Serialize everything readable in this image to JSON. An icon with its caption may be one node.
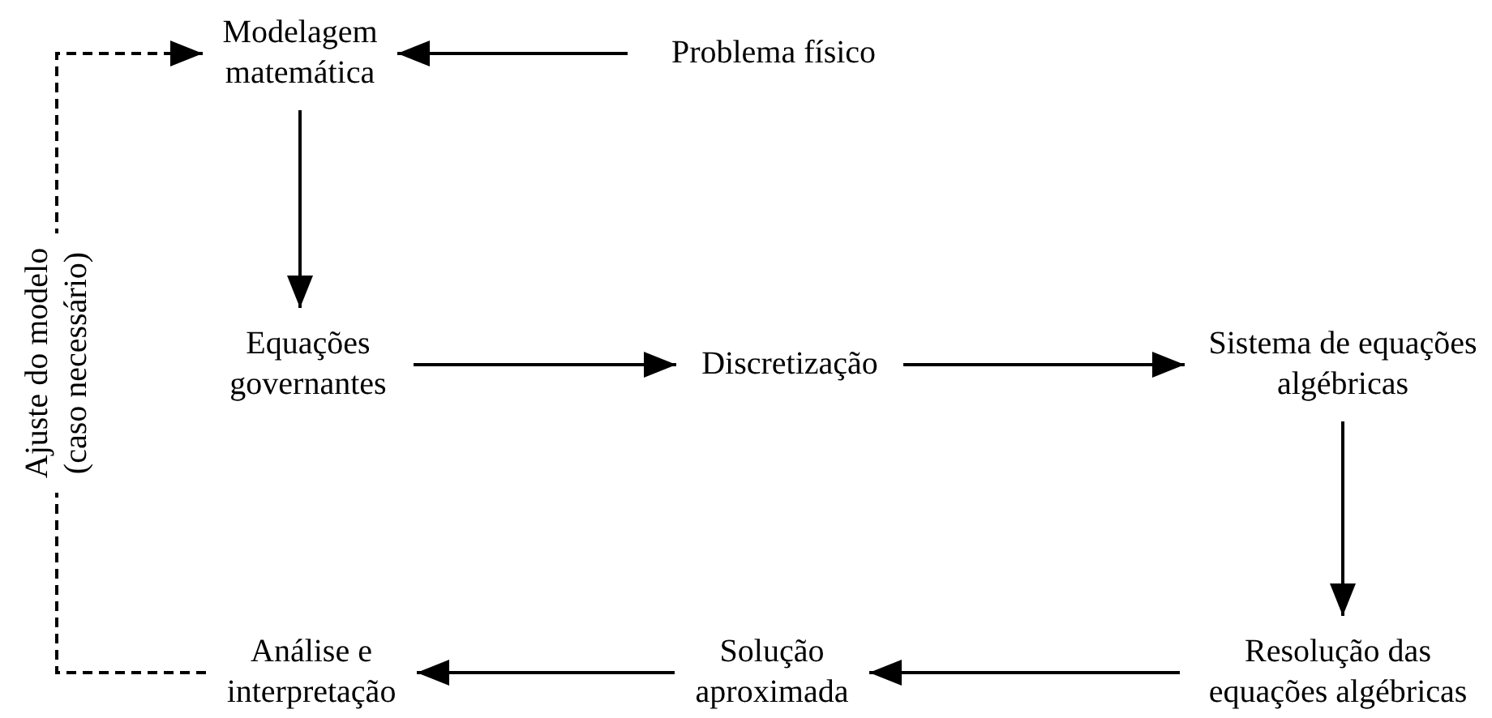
{
  "diagram": {
    "nodes": [
      {
        "text": [
          "Modelagem matemática"
        ]
      },
      {
        "text": [
          "Problema físico"
        ]
      },
      {
        "text": [
          "Equações governantes"
        ]
      },
      {
        "text": [
          "Discretização"
        ]
      },
      {
        "text": [
          "Sistema de equações algébricas"
        ]
      },
      {
        "text": [
          "Resolução das equações algébricas"
        ]
      },
      {
        "text": [
          "Solução aproximada"
        ]
      },
      {
        "text": [
          "Análise e interpretação"
        ]
      }
    ],
    "edges": [
      {
        "from": 1,
        "to": 0,
        "arrow": "to"
      },
      {
        "from": 0,
        "to": 2,
        "arrow": "to"
      },
      {
        "from": 2,
        "to": 3,
        "arrow": "to"
      },
      {
        "from": 3,
        "to": 4,
        "arrow": "to"
      },
      {
        "from": 4,
        "to": 5,
        "arrow": "to"
      },
      {
        "from": 5,
        "to": 6,
        "arrow": "to"
      },
      {
        "from": 6,
        "to": 7,
        "arrow": "to"
      },
      {
        "from": 7,
        "to": 0,
        "arrow": "to",
        "style": "dashed",
        "label": "Ajuste do modelo (caso necessário)"
      }
    ]
  }
}
